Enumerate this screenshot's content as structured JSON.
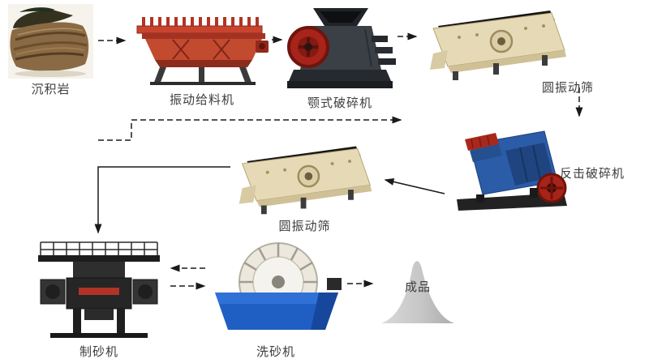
{
  "diagram": {
    "type": "process-flow",
    "nodes": {
      "rock": {
        "label": "沉积岩",
        "kind": "material-photo"
      },
      "feeder": {
        "label": "振动给料机",
        "kind": "machine"
      },
      "jaw_crusher": {
        "label": "颚式破碎机",
        "kind": "machine"
      },
      "screen_top": {
        "label": "圆振动筛",
        "kind": "machine"
      },
      "impact_crusher": {
        "label": "反击破碎机",
        "kind": "machine"
      },
      "screen_mid": {
        "label": "圆振动筛",
        "kind": "machine"
      },
      "sand_maker": {
        "label": "制砂机",
        "kind": "machine"
      },
      "sand_washer": {
        "label": "洗砂机",
        "kind": "machine"
      },
      "product": {
        "label": "成品",
        "kind": "output-pile"
      }
    },
    "edges": [
      {
        "from": "rock",
        "to": "feeder",
        "line": "dashed",
        "arrow": "right"
      },
      {
        "from": "feeder",
        "to": "jaw_crusher",
        "line": "dashed",
        "arrow": "right"
      },
      {
        "from": "jaw_crusher",
        "to": "screen_top",
        "line": "dashed",
        "arrow": "right"
      },
      {
        "from": "screen_top",
        "to": "impact_crusher",
        "line": "dashed",
        "arrow": "down"
      },
      {
        "from": "impact_crusher",
        "to": "screen_mid",
        "line": "solid",
        "arrow": "left"
      },
      {
        "from": "screen_mid",
        "to": "sand_maker",
        "line": "solid",
        "arrow": "down"
      },
      {
        "from": "screen_mid",
        "to": "impact_crusher",
        "line": "dashed",
        "arrow": "right"
      },
      {
        "from": "sand_washer",
        "to": "sand_maker",
        "line": "dashed",
        "arrow": "left"
      },
      {
        "from": "sand_maker",
        "to": "sand_washer",
        "line": "dashed",
        "arrow": "right"
      },
      {
        "from": "sand_washer",
        "to": "product",
        "line": "dashed",
        "arrow": "right"
      }
    ],
    "colors": {
      "background": "#ffffff",
      "label_text": "#3d3d3d",
      "connector": "#1a1a1a",
      "feeder_red": "#c2472e",
      "jaw_body_gray": "#3b4046",
      "flywheel_red": "#a8231a",
      "screen_beige": "#e6dab6",
      "impact_blue": "#2b5ca8",
      "washer_blue": "#1f5fc4",
      "sand_maker_dark": "#262626",
      "product_gray": "#c6c6c6"
    }
  }
}
